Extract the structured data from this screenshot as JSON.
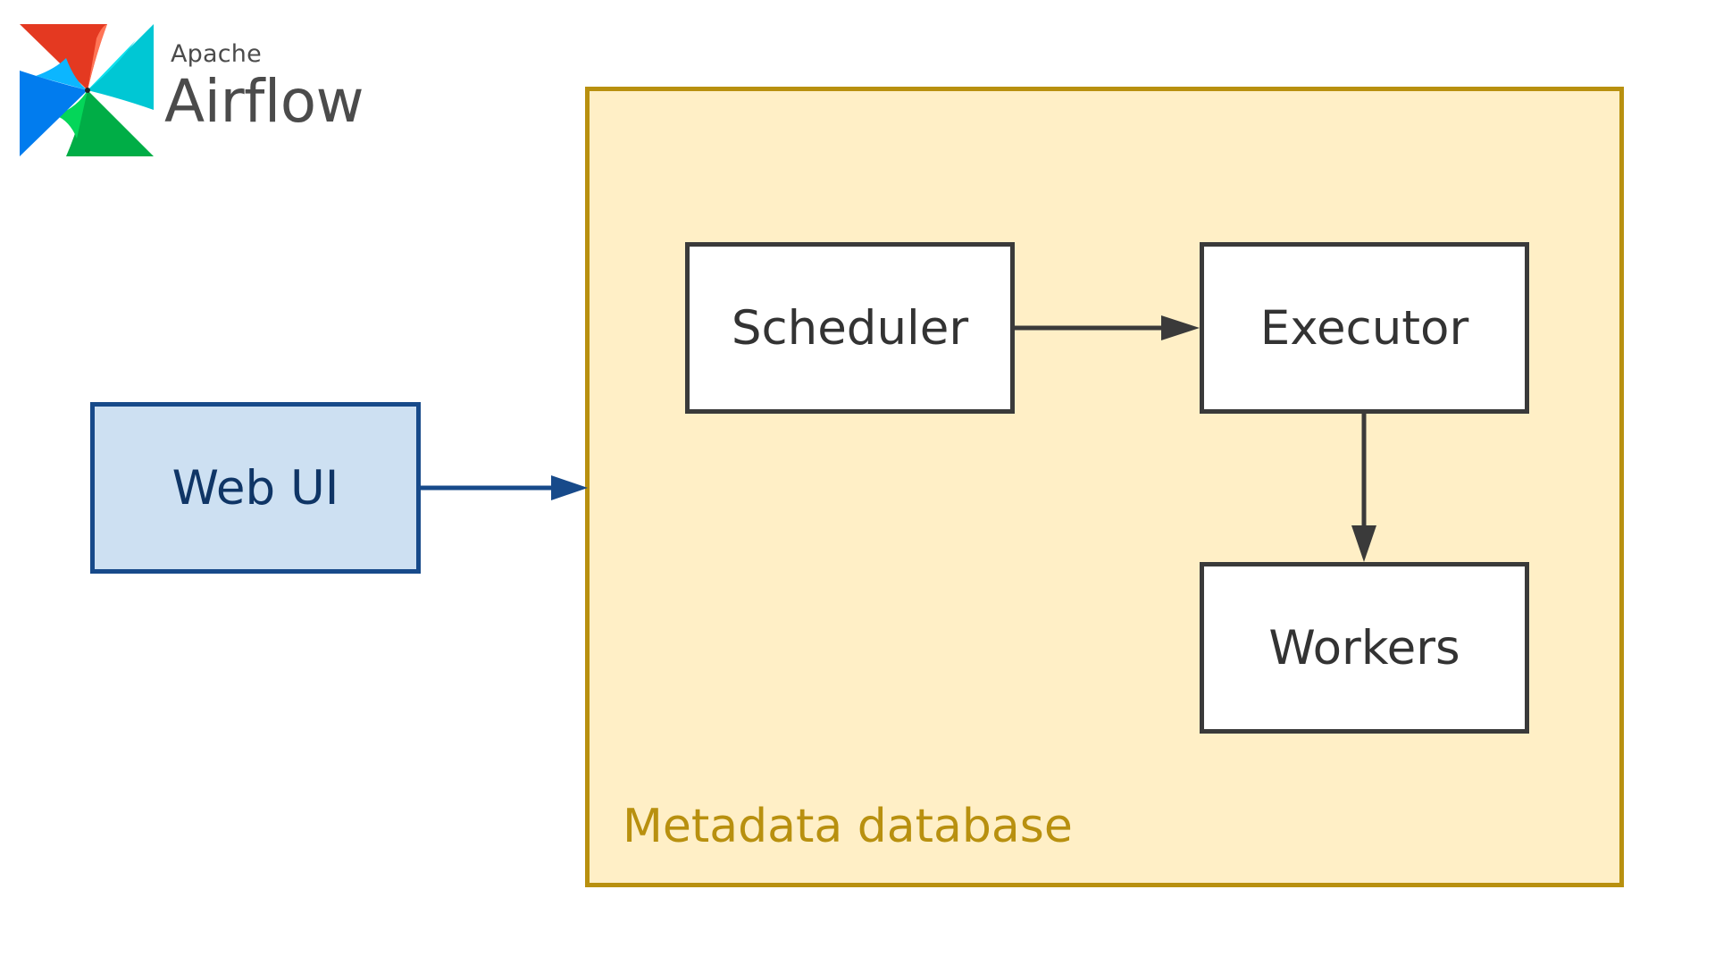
{
  "logo": {
    "vendor": "Apache",
    "product": "Airflow",
    "icon": "pinwheel-icon",
    "colors": {
      "red": "#e43921",
      "orange": "#ff7557",
      "cyan": "#00c7d4",
      "teal": "#11e1ee",
      "blue": "#0cb6ff",
      "darkblue": "#017cee",
      "green": "#00ad46",
      "lightgreen": "#04d659"
    }
  },
  "diagram": {
    "container": {
      "label": "Metadata database",
      "fill": "#ffefc6",
      "stroke": "#b8900f"
    },
    "nodes": {
      "scheduler": "Scheduler",
      "executor": "Executor",
      "workers": "Workers",
      "webui": "Web UI"
    },
    "edges": [
      {
        "from": "Scheduler",
        "to": "Executor"
      },
      {
        "from": "Executor",
        "to": "Workers"
      },
      {
        "from": "Web UI",
        "to": "Metadata database"
      }
    ],
    "colors": {
      "component_stroke": "#3a3a3a",
      "webui_fill": "#cde0f2",
      "webui_stroke": "#174a8a"
    }
  }
}
